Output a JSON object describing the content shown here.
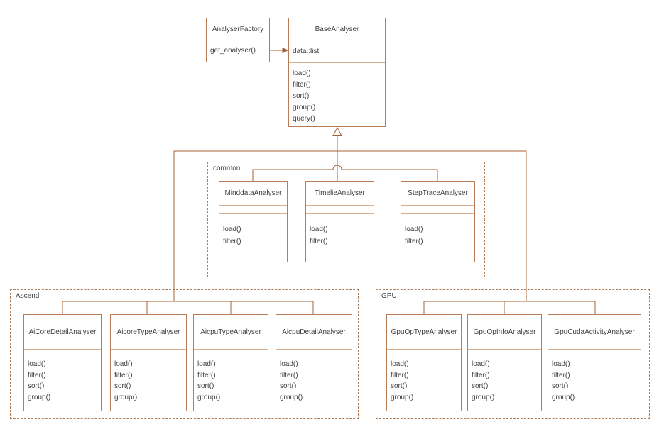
{
  "colors": {
    "background": "#ffffff",
    "box_stroke": "#b97c55",
    "divider_stroke": "#d9ae8e",
    "connector_stroke": "#a46136",
    "group_stroke": "#b37e57",
    "text": "#3f3f3f"
  },
  "icons": {
    "association_arrowhead": "filled-right-arrow",
    "generalization_arrowhead": "hollow-triangle-up"
  },
  "factory": {
    "name": "AnalyserFactory",
    "methods": [
      "get_analyser()"
    ]
  },
  "base": {
    "name": "BaseAnalyser",
    "attributes": [
      "data::list"
    ],
    "methods": [
      "load()",
      "filter()",
      "sort()",
      "group()",
      "query()"
    ]
  },
  "groups": [
    {
      "label": "common",
      "classes": [
        {
          "name": "MinddataAnalyser",
          "methods": [
            "load()",
            "filter()"
          ]
        },
        {
          "name": "TimelieAnalyser",
          "methods": [
            "load()",
            "filter()"
          ]
        },
        {
          "name": "StepTraceAnalyser",
          "methods": [
            "load()",
            "filter()"
          ]
        }
      ]
    },
    {
      "label": "Ascend",
      "classes": [
        {
          "name": "AiCoreDetailAnalyser",
          "methods": [
            "load()",
            "filter()",
            "sort()",
            "group()"
          ]
        },
        {
          "name": "AicoreTypeAnalyser",
          "methods": [
            "load()",
            "filter()",
            "sort()",
            "group()"
          ]
        },
        {
          "name": "AicpuTypeAnalyser",
          "methods": [
            "load()",
            "filter()",
            "sort()",
            "group()"
          ]
        },
        {
          "name": "AicpuDetailAnalyser",
          "methods": [
            "load()",
            "filter()",
            "sort()",
            "group()"
          ]
        }
      ]
    },
    {
      "label": "GPU",
      "classes": [
        {
          "name": "GpuOpTypeAnalyser",
          "methods": [
            "load()",
            "filter()",
            "sort()",
            "group()"
          ]
        },
        {
          "name": "GpuOpInfoAnalyser",
          "methods": [
            "load()",
            "filter()",
            "sort()",
            "group()"
          ]
        },
        {
          "name": "GpuCudaActivityAnalyser",
          "methods": [
            "load()",
            "filter()",
            "sort()",
            "group()"
          ]
        }
      ]
    }
  ]
}
